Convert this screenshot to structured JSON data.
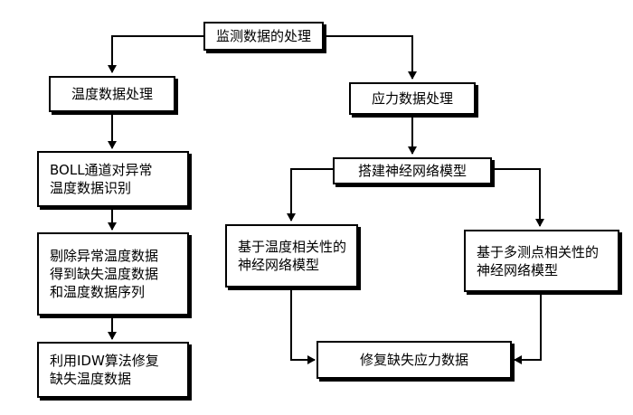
{
  "flowchart": {
    "root": {
      "label": "监测数据的处理"
    },
    "temperature_branch": {
      "header": "温度数据处理",
      "steps": [
        "BOLL通道对异常\n温度数据识别",
        "剔除异常温度数据\n得到缺失温度数据\n和温度数据序列",
        "利用IDW算法修复\n缺失温度数据"
      ]
    },
    "stress_branch": {
      "header": "应力数据处理",
      "model": "搭建神经网络模型",
      "submodels": [
        "基于温度相关性的\n神经网络模型",
        "基于多测点相关性的\n神经网络模型"
      ],
      "result": "修复缺失应力数据"
    }
  },
  "colors": {
    "line": "#000000",
    "box_fill": "#ffffff"
  }
}
